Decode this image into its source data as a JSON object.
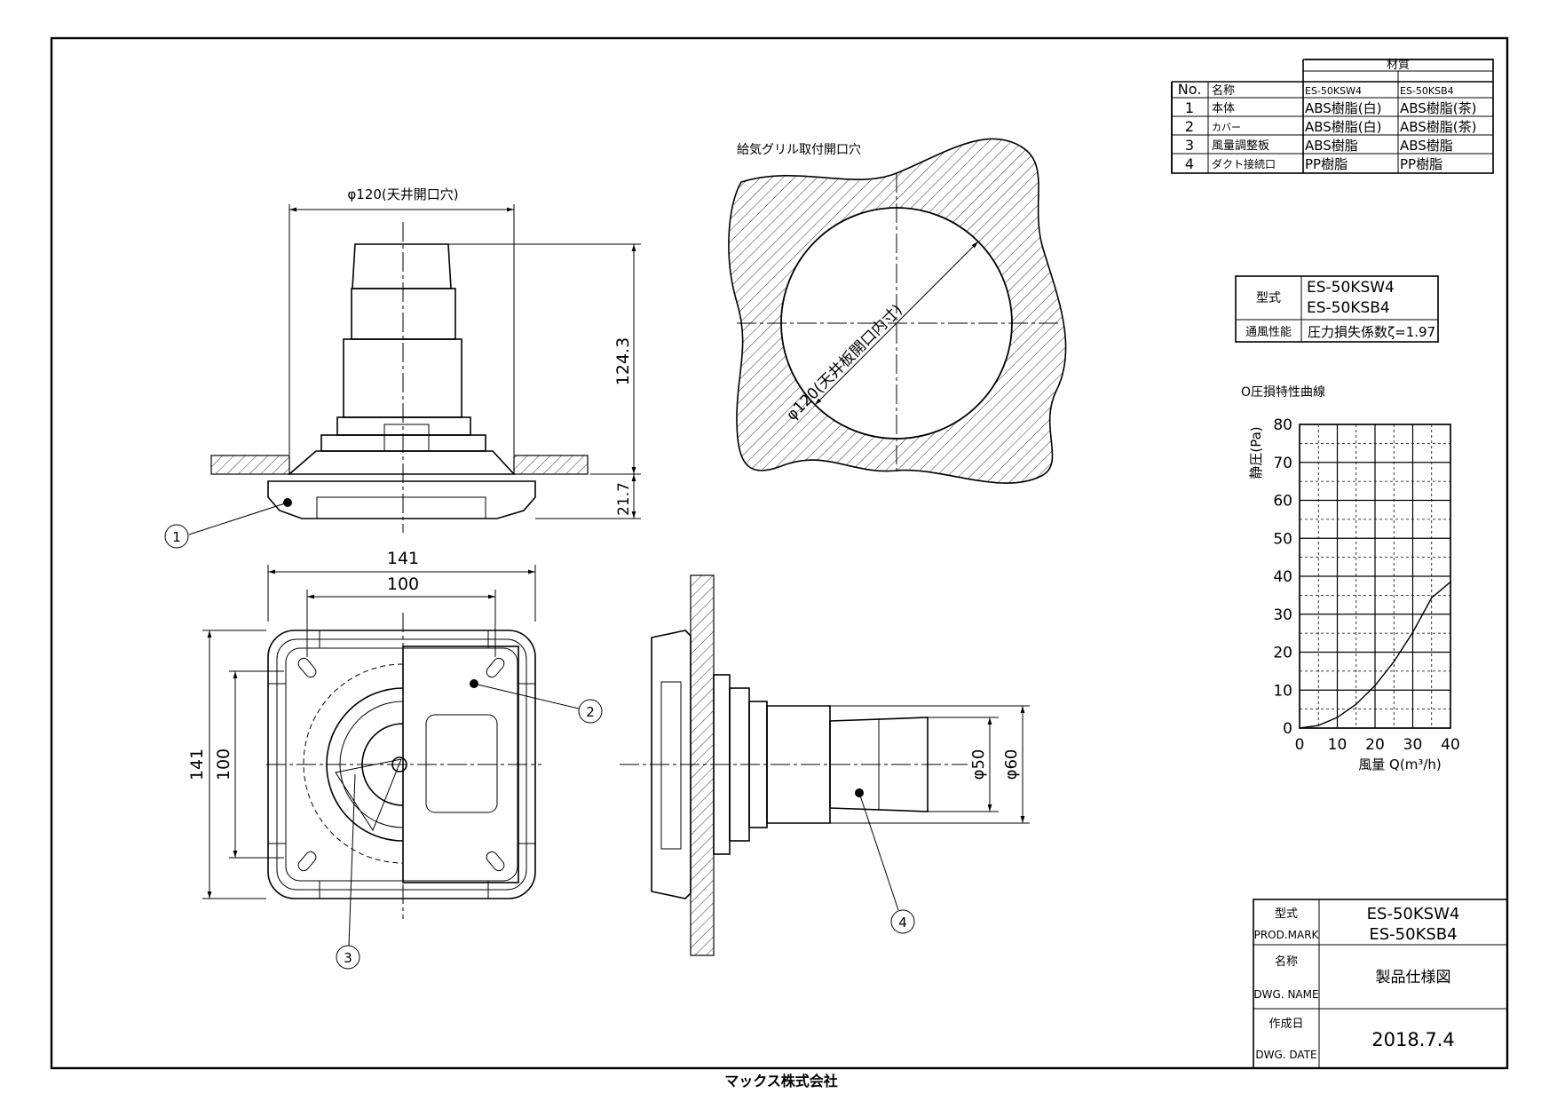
{
  "materials_table": {
    "header_material": "材質",
    "col_no": "No.",
    "col_name": "名称",
    "col_model1": "ES-50KSW4",
    "col_model2": "ES-50KSB4",
    "rows": [
      {
        "no": "1",
        "name": "本体",
        "m1": "ABS樹脂(白)",
        "m2": "ABS樹脂(茶)"
      },
      {
        "no": "2",
        "name": "カバー",
        "m1": "ABS樹脂(白)",
        "m2": "ABS樹脂(茶)"
      },
      {
        "no": "3",
        "name": "風量調整板",
        "m1": "ABS樹脂",
        "m2": "ABS樹脂"
      },
      {
        "no": "4",
        "name": "ダクト接続口",
        "m1": "PP樹脂",
        "m2": "PP樹脂"
      }
    ]
  },
  "spec_table": {
    "model_label": "型式",
    "model1": "ES-50KSW4",
    "model2": "ES-50KSB4",
    "perf_label": "通風性能",
    "perf_value": "圧力損失係数ζ=1.97"
  },
  "opening_view": {
    "title": "給気グリル取付開口穴",
    "dia_label": "φ120(天井板開口内寸)"
  },
  "side_view": {
    "dia_label": "φ120(天井開口穴)",
    "height_label": "124.3",
    "flange_label": "21.7",
    "balloon": "1"
  },
  "front_view": {
    "outer_width": "141",
    "inner_width": "100",
    "outer_height": "141",
    "inner_height": "100",
    "balloon_cover": "2",
    "balloon_damper": "3"
  },
  "wall_view": {
    "dia_inner": "φ50",
    "dia_outer": "φ60",
    "balloon": "4"
  },
  "chart_data": {
    "type": "line",
    "title": "O圧損特性曲線",
    "xlabel": "風量 Q(m³/h)",
    "ylabel": "静圧(Pa)",
    "xlim": [
      0,
      40
    ],
    "ylim": [
      0,
      80
    ],
    "xticks": [
      "0",
      "10",
      "20",
      "30",
      "40"
    ],
    "yticks": [
      "0",
      "10",
      "20",
      "30",
      "40",
      "50",
      "60",
      "70",
      "80"
    ],
    "grid": true,
    "series": [
      {
        "x": [
          0,
          5,
          10,
          15,
          20,
          25,
          30,
          35,
          40
        ],
        "values": [
          0,
          0.7,
          2.8,
          6.3,
          11.2,
          17.5,
          25.2,
          34.3,
          38.5
        ]
      }
    ]
  },
  "title_block": {
    "model_label": "型式",
    "model_label_en": "PROD.MARK",
    "model1": "ES-50KSW4",
    "model2": "ES-50KSB4",
    "name_label": "名称",
    "name_label_en": "DWG. NAME",
    "name_value": "製品仕様図",
    "date_label": "作成日",
    "date_label_en": "DWG. DATE",
    "date_value": "2018.7.4"
  },
  "company": "マックス株式会社"
}
